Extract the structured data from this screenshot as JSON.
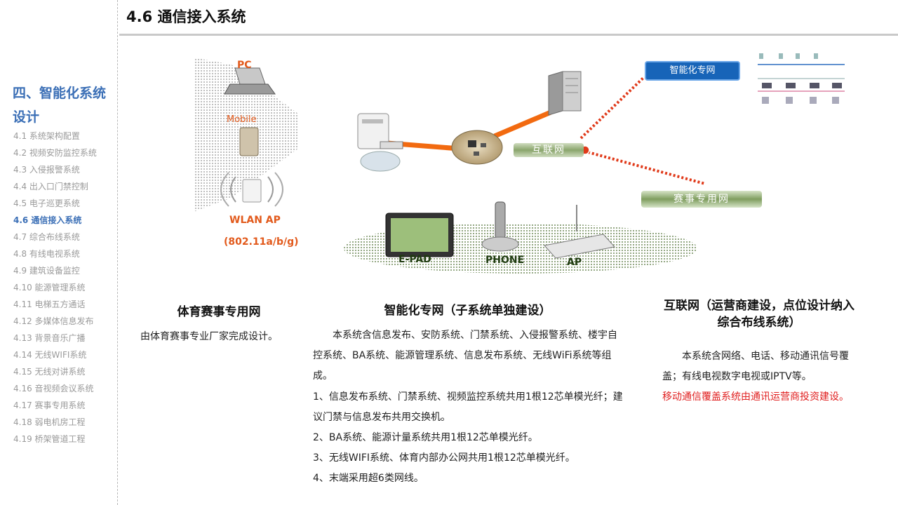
{
  "header": {
    "title": "4.6  通信接入系统"
  },
  "sidebar": {
    "section_title": "四、智能化系统设计",
    "items": [
      "4.1 系统架构配置",
      "4.2  视频安防监控系统",
      "4.3  入侵报警系统",
      "4.4  出入口门禁控制",
      "4.5  电子巡更系统",
      "4.6  通信接入系统",
      "4.7  综合布线系统",
      "4.8  有线电视系统",
      "4.9 建筑设备监控",
      "4.10 能源管理系统",
      "4.11 电梯五方通话",
      "4.12 多媒体信息发布",
      "4.13 背景音乐广播",
      "4.14 无线WIFI系统",
      "4.15 无线对讲系统",
      "4.16 音视频会议系统",
      "4.17 赛事专用系统",
      "4.18 弱电机房工程",
      "4.19 桥架管道工程"
    ],
    "active_index": 5
  },
  "diagram": {
    "pc": "PC",
    "mobile": "Mobile",
    "wlan_ap": "WLAN AP",
    "wlan_std": "(802.11a/b/g)",
    "smart_net": "智能化专网",
    "internet": "互联网",
    "event_net": "赛事专用网",
    "epad": "E-PAD",
    "phone": "PHONE",
    "ap": "AP",
    "colors": {
      "link_orange": "#f26a10",
      "dotted_red": "#e03a1a",
      "pill_blue": "#1764b8"
    }
  },
  "columns": {
    "left": {
      "heading": "体育赛事专用网",
      "text": "由体育赛事专业厂家完成设计。"
    },
    "middle": {
      "heading": "智能化专网（子系统单独建设）",
      "intro": "本系统含信息发布、安防系统、门禁系统、入侵报警系统、楼宇自控系统、BA系统、能源管理系统、信息发布系统、无线WiFi系统等组成。",
      "item1": "1、信息发布系统、门禁系统、视频监控系统共用1根12芯单模光纤；建议门禁与信息发布共用交换机。",
      "item2": "2、BA系统、能源计量系统共用1根12芯单模光纤。",
      "item3": "3、无线WIFI系统、体育内部办公网共用1根12芯单模光纤。",
      "item4": "4、末端采用超6类网线。"
    },
    "right": {
      "heading": "互联网（运营商建设，点位设计纳入综合布线系统）",
      "text": "本系统含网络、电话、移动通讯信号覆盖；有线电视数字电视或IPTV等。",
      "note": "移动通信覆盖系统由通讯运营商投资建设。"
    }
  }
}
